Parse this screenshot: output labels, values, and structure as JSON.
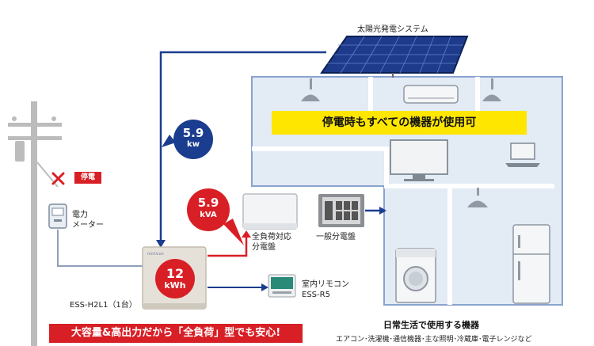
{
  "solar": {
    "label": "太陽光発電システム"
  },
  "banner_top": "停電時もすべての機器が使用可",
  "outage": {
    "tag": "停電"
  },
  "meter": {
    "label_line1": "電力",
    "label_line2": "メーター"
  },
  "solar_output": {
    "value": "5.9",
    "unit": "kw"
  },
  "inverter_output": {
    "value": "5.9",
    "unit": "kVA"
  },
  "panel_full_load": {
    "line1": "全負荷対応",
    "line2": "分電盤"
  },
  "panel_general": {
    "label": "一般分電盤"
  },
  "battery": {
    "capacity_value": "12",
    "capacity_unit": "kWh",
    "model": "ESS-H2L1（1台）",
    "brand": "nichicon"
  },
  "remote": {
    "line1": "室内リモコン",
    "line2": "ESS-R5"
  },
  "daily": {
    "title": "日常生活で使用する機器",
    "detail": "エアコン･洗濯機･通信機器･主な照明･冷蔵庫･電子レンジなど"
  },
  "banner_bottom": "大容量&高出力だから「全負荷」型でも安心!",
  "colors": {
    "blue_line": "#1a3d8f",
    "red": "#d81f26",
    "yellow": "#ffe600",
    "house_bg": "#dfe8f3",
    "house_line": "#7f97c6"
  }
}
